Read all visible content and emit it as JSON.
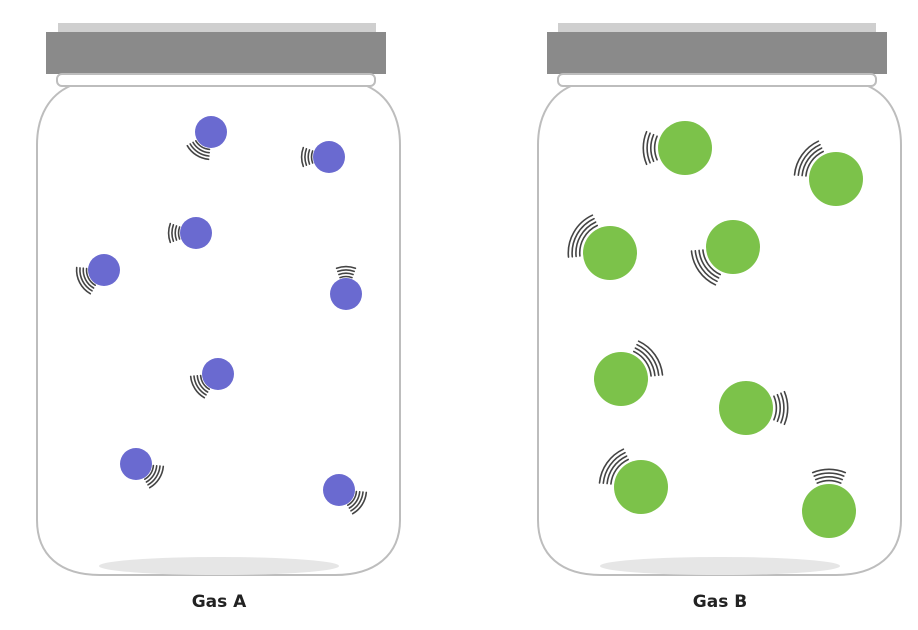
{
  "jars": [
    {
      "label": "Gas A",
      "particle_color": "#6a6ad0",
      "particle_size": "small",
      "particle_count": 8
    },
    {
      "label": "Gas B",
      "particle_color": "#7cc24a",
      "particle_size": "large",
      "particle_count": 8
    }
  ],
  "colors": {
    "lid": "#8a8a8a",
    "lid_top": "#cfcfcf",
    "jar_outline": "#bdbdbd",
    "jar_floor": "#e6e6e6",
    "motion_lines": "#444444"
  }
}
